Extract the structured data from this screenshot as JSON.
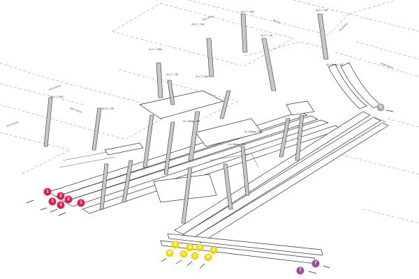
{
  "streets": [
    "43rd Street",
    "42nd Street",
    "41st Street",
    "7th Ave",
    "Broadway",
    "42nd Street",
    "41st Street",
    "40th Street"
  ],
  "entrance_labels": [
    "42 x 7 / NW",
    "42 x 7 / SW",
    "42 x 7 / NE",
    "42 x 7 / SE",
    "41 x 7 / NW",
    "41 x 7 / SE",
    "41 x 7 / NW",
    "40 x 7 / SE",
    "41 x Bway / NE",
    "41 x Bway / SE",
    "41 x Bway / SW",
    "42 x Bway / SE",
    "40 x 7 / SW"
  ],
  "lines": {
    "red": {
      "color": "#d9244f",
      "routes": [
        "1",
        "2",
        "2",
        "3",
        "3",
        "1"
      ]
    },
    "yellow": {
      "color": "#f2d40c",
      "routes": [
        "R",
        "W",
        "N",
        "N",
        "Q",
        "Q",
        "R",
        "W"
      ]
    },
    "purple": {
      "color": "#9c4d9a",
      "routes": [
        "7",
        "7"
      ]
    },
    "grey": {
      "color": "#a8a8a8",
      "routes": [
        "S"
      ]
    }
  }
}
